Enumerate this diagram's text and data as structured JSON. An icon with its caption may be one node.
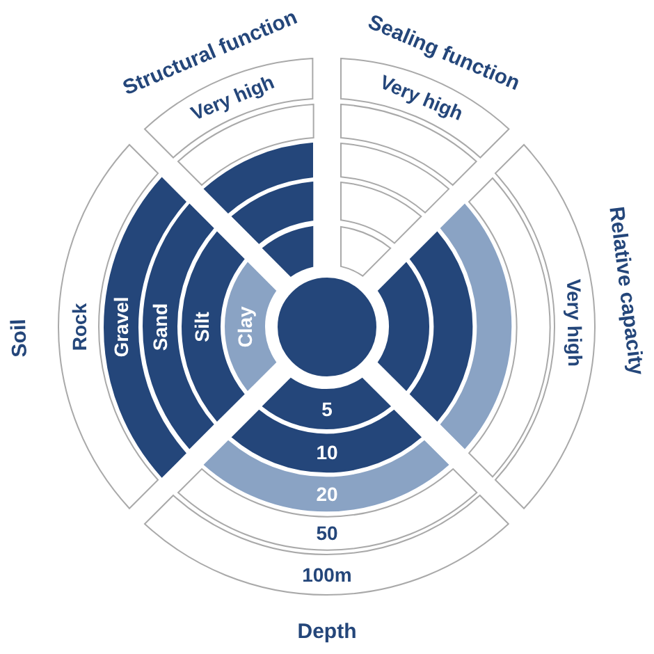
{
  "diagram": {
    "nodes": [
      {
        "text": [
          "Very high"
        ]
      },
      {
        "text": [],
        "shape": "band"
      },
      {
        "text": [],
        "shape": "band"
      },
      {
        "text": [],
        "shape": "band"
      },
      {
        "text": [],
        "shape": "band"
      },
      {
        "text": [
          "Very high"
        ]
      },
      {
        "text": [],
        "shape": "band"
      },
      {
        "text": [],
        "shape": "band"
      },
      {
        "text": [],
        "shape": "band"
      },
      {
        "text": [],
        "shape": "band"
      },
      {
        "text": [
          "Rock"
        ]
      },
      {
        "text": [
          "Gravel"
        ]
      },
      {
        "text": [
          "Sand"
        ]
      },
      {
        "text": [
          "Silt"
        ]
      },
      {
        "text": [
          "Clay"
        ]
      },
      {
        "text": [],
        "shape": "circle"
      },
      {
        "text": [
          "Very high"
        ]
      },
      {
        "text": [],
        "shape": "band"
      },
      {
        "text": [],
        "shape": "band"
      },
      {
        "text": [],
        "shape": "band"
      },
      {
        "text": [],
        "shape": "band"
      },
      {
        "text": [
          "5"
        ]
      },
      {
        "text": [
          "10"
        ]
      },
      {
        "text": [
          "20"
        ]
      },
      {
        "text": [
          "50"
        ]
      },
      {
        "text": [
          "100m"
        ]
      }
    ],
    "labels": [
      "Structural function",
      "Sealing function",
      "Relative capacity",
      "Soil",
      "Depth"
    ]
  }
}
